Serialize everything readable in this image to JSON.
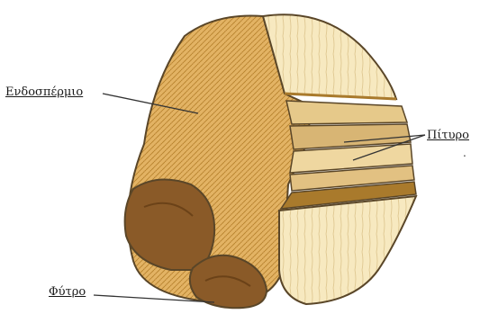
{
  "labels": {
    "endosperm": "Ενδοσπέρμιο",
    "bran": "Πίτυρο",
    "germ": "Φύτρο",
    "stray_mark": "."
  },
  "colors": {
    "endosperm_fill": "#e3b364",
    "endosperm_pattern": "#b8832e",
    "husk_fill": "#f7e9c0",
    "husk_line": "#cdb37a",
    "germ_fill": "#8a5a28",
    "germ_dark": "#6b4218",
    "outline": "#5a4628",
    "bran_layer_dark": "#a97a2c",
    "background": "#ffffff"
  }
}
